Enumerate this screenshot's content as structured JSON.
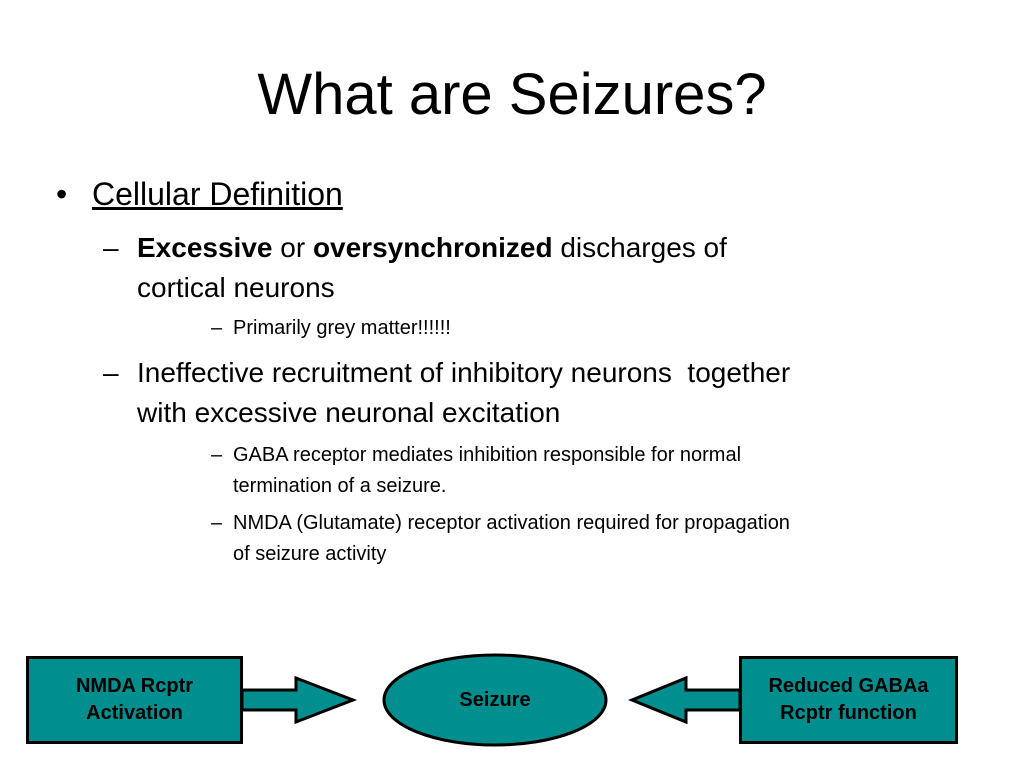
{
  "slide": {
    "title": "What are Seizures?",
    "bullets": {
      "cellular_definition": "Cellular Definition",
      "excessive_line1_bold1": "Excessive",
      "excessive_line1_mid": " or ",
      "excessive_line1_bold2": "oversynchronized",
      "excessive_line1_rest": " discharges of",
      "excessive_line2": "cortical neurons",
      "grey_matter": "Primarily grey matter!!!!!!",
      "ineffective_line1": "Ineffective recruitment of inhibitory neurons  together",
      "ineffective_line2": "with excessive neuronal excitation",
      "gaba_line1": "GABA receptor mediates inhibition responsible for normal",
      "gaba_line2": "termination of a seizure.",
      "nmda_line1": "NMDA (Glutamate) receptor activation required for propagation",
      "nmda_line2": "of seizure activity"
    },
    "markers": {
      "bullet": "•",
      "dash": "–"
    }
  },
  "diagram": {
    "left_box_line1": "NMDA Rcptr",
    "left_box_line2": "Activation",
    "center_oval": "Seizure",
    "right_box_line1": "Reduced GABAa",
    "right_box_line2": "Rcptr function",
    "fill_color": "#008e8e",
    "stroke_color": "#000000"
  }
}
